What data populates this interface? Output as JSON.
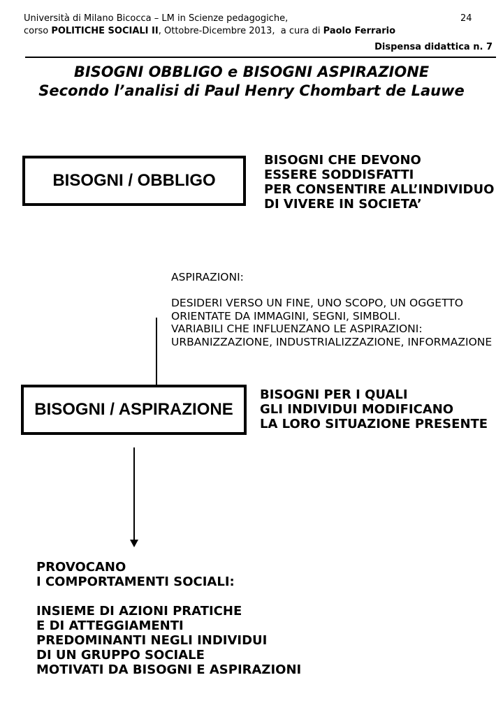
{
  "page": {
    "header": {
      "line1": "Università di Milano Bicocca – LM in Scienze pedagogiche,",
      "page_number": "24",
      "line2": {
        "pre": "corso ",
        "course_bold": "POLITICHE SOCIALI II",
        "mid": ", Ottobre-Dicembre 2013,  a cura di ",
        "author_bold": "Paolo Ferrario"
      },
      "note": "Dispensa didattica n. 7"
    },
    "title": {
      "line1": "BISOGNI OBBLIGO e BISOGNI ASPIRAZIONE",
      "line2": "Secondo l’analisi di Paul Henry Chombart de Lauwe"
    },
    "diagram": {
      "box_obbligo": {
        "label": "BISOGNI / OBBLIGO",
        "description": "BISOGNI CHE DEVONO\nESSERE SODDISFATTI\nPER CONSENTIRE ALL’INDIVIDUO\nDI VIVERE IN SOCIETA’"
      },
      "aspirazioni_note": "ASPIRAZIONI:\n\nDESIDERI VERSO UN FINE, UNO SCOPO, UN OGGETTO\nORIENTATE DA IMMAGINI, SEGNI, SIMBOLI.\nVARIABILI CHE INFLUENZANO LE ASPIRAZIONI:\nURBANIZZAZIONE, INDUSTRIALIZZAZIONE, INFORMAZIONE",
      "box_aspirazione": {
        "label": "BISOGNI / ASPIRAZIONE",
        "description": "BISOGNI PER I QUALI\nGLI INDIVIDUI MODIFICANO\nLA LORO SITUAZIONE PRESENTE"
      },
      "outcome": "PROVOCANO\nI COMPORTAMENTI SOCIALI:\n\nINSIEME DI AZIONI PRATICHE\nE DI ATTEGGIAMENTI\nPREDOMINANTI NEGLI INDIVIDUI\nDI UN GRUPPO SOCIALE\nMOTIVATI DA BISOGNI E ASPIRAZIONI"
    },
    "colors": {
      "text": "#000000",
      "background": "#ffffff",
      "line": "#000000"
    }
  }
}
